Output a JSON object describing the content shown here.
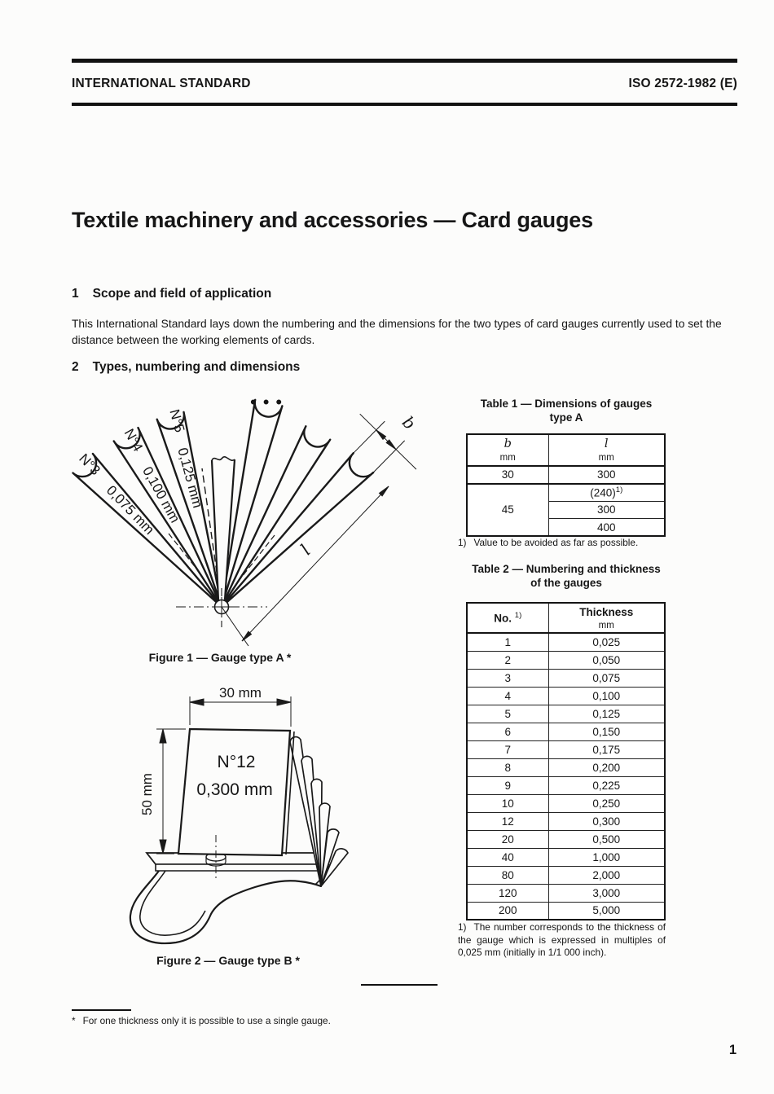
{
  "header": {
    "left": "INTERNATIONAL STANDARD",
    "right": "ISO 2572-1982 (E)"
  },
  "title": "Textile machinery and accessories — Card gauges",
  "sections": [
    {
      "number": "1",
      "heading": "Scope and field of application",
      "body": "This International Standard lays down the numbering and the dimensions for the two types of card gauges currently used to set the distance between the working elements of cards."
    },
    {
      "number": "2",
      "heading": "Types, numbering and dimensions"
    }
  ],
  "figure1": {
    "caption": "Figure 1 — Gauge type A *",
    "more_symbol": "•••",
    "dim_b": "b",
    "dim_l": "l",
    "blades": [
      {
        "no": "N°3",
        "thickness": "0,075 mm"
      },
      {
        "no": "N°4",
        "thickness": "0,100 mm"
      },
      {
        "no": "N°5",
        "thickness": "0,125 mm"
      }
    ]
  },
  "figure2": {
    "caption": "Figure 2 — Gauge type B *",
    "width_label": "30 mm",
    "height_label": "50 mm",
    "gauge_no": "N°12",
    "gauge_thickness": "0,300 mm"
  },
  "tables": {
    "t1": {
      "title_line1": "Table 1 — Dimensions of gauges",
      "title_line2": "type A",
      "col1_symbol": "b",
      "col1_unit": "mm",
      "col2_symbol": "l",
      "col2_unit": "mm",
      "groups": [
        {
          "b": "30",
          "l_values": [
            {
              "v": "300"
            }
          ]
        },
        {
          "b": "45",
          "l_values": [
            {
              "v": "(240)",
              "sup": "1)"
            },
            {
              "v": "300"
            },
            {
              "v": "400"
            }
          ]
        }
      ],
      "footnote_marker": "1)",
      "footnote": "Value to be avoided as far as possible."
    },
    "t2": {
      "title_line1": "Table 2 — Numbering and thickness",
      "title_line2": "of the gauges",
      "col1_label": "No.",
      "col1_sup": "1)",
      "col2_label": "Thickness",
      "col2_unit": "mm",
      "rows": [
        [
          "1",
          "0,025"
        ],
        [
          "2",
          "0,050"
        ],
        [
          "3",
          "0,075"
        ],
        [
          "4",
          "0,100"
        ],
        [
          "5",
          "0,125"
        ],
        [
          "6",
          "0,150"
        ],
        [
          "7",
          "0,175"
        ],
        [
          "8",
          "0,200"
        ],
        [
          "9",
          "0,225"
        ],
        [
          "10",
          "0,250"
        ],
        [
          "12",
          "0,300"
        ],
        [
          "20",
          "0,500"
        ],
        [
          "40",
          "1,000"
        ],
        [
          "80",
          "2,000"
        ],
        [
          "120",
          "3,000"
        ],
        [
          "200",
          "5,000"
        ]
      ],
      "footnote_marker": "1)",
      "footnote": "The number corresponds to the thickness of the gauge which is expressed in multiples of 0,025 mm (initially in 1/1 000 inch)."
    }
  },
  "footer": {
    "footnote_marker": "*",
    "footnote": "For one thickness only it is possible to use a single gauge.",
    "page_number": "1"
  }
}
